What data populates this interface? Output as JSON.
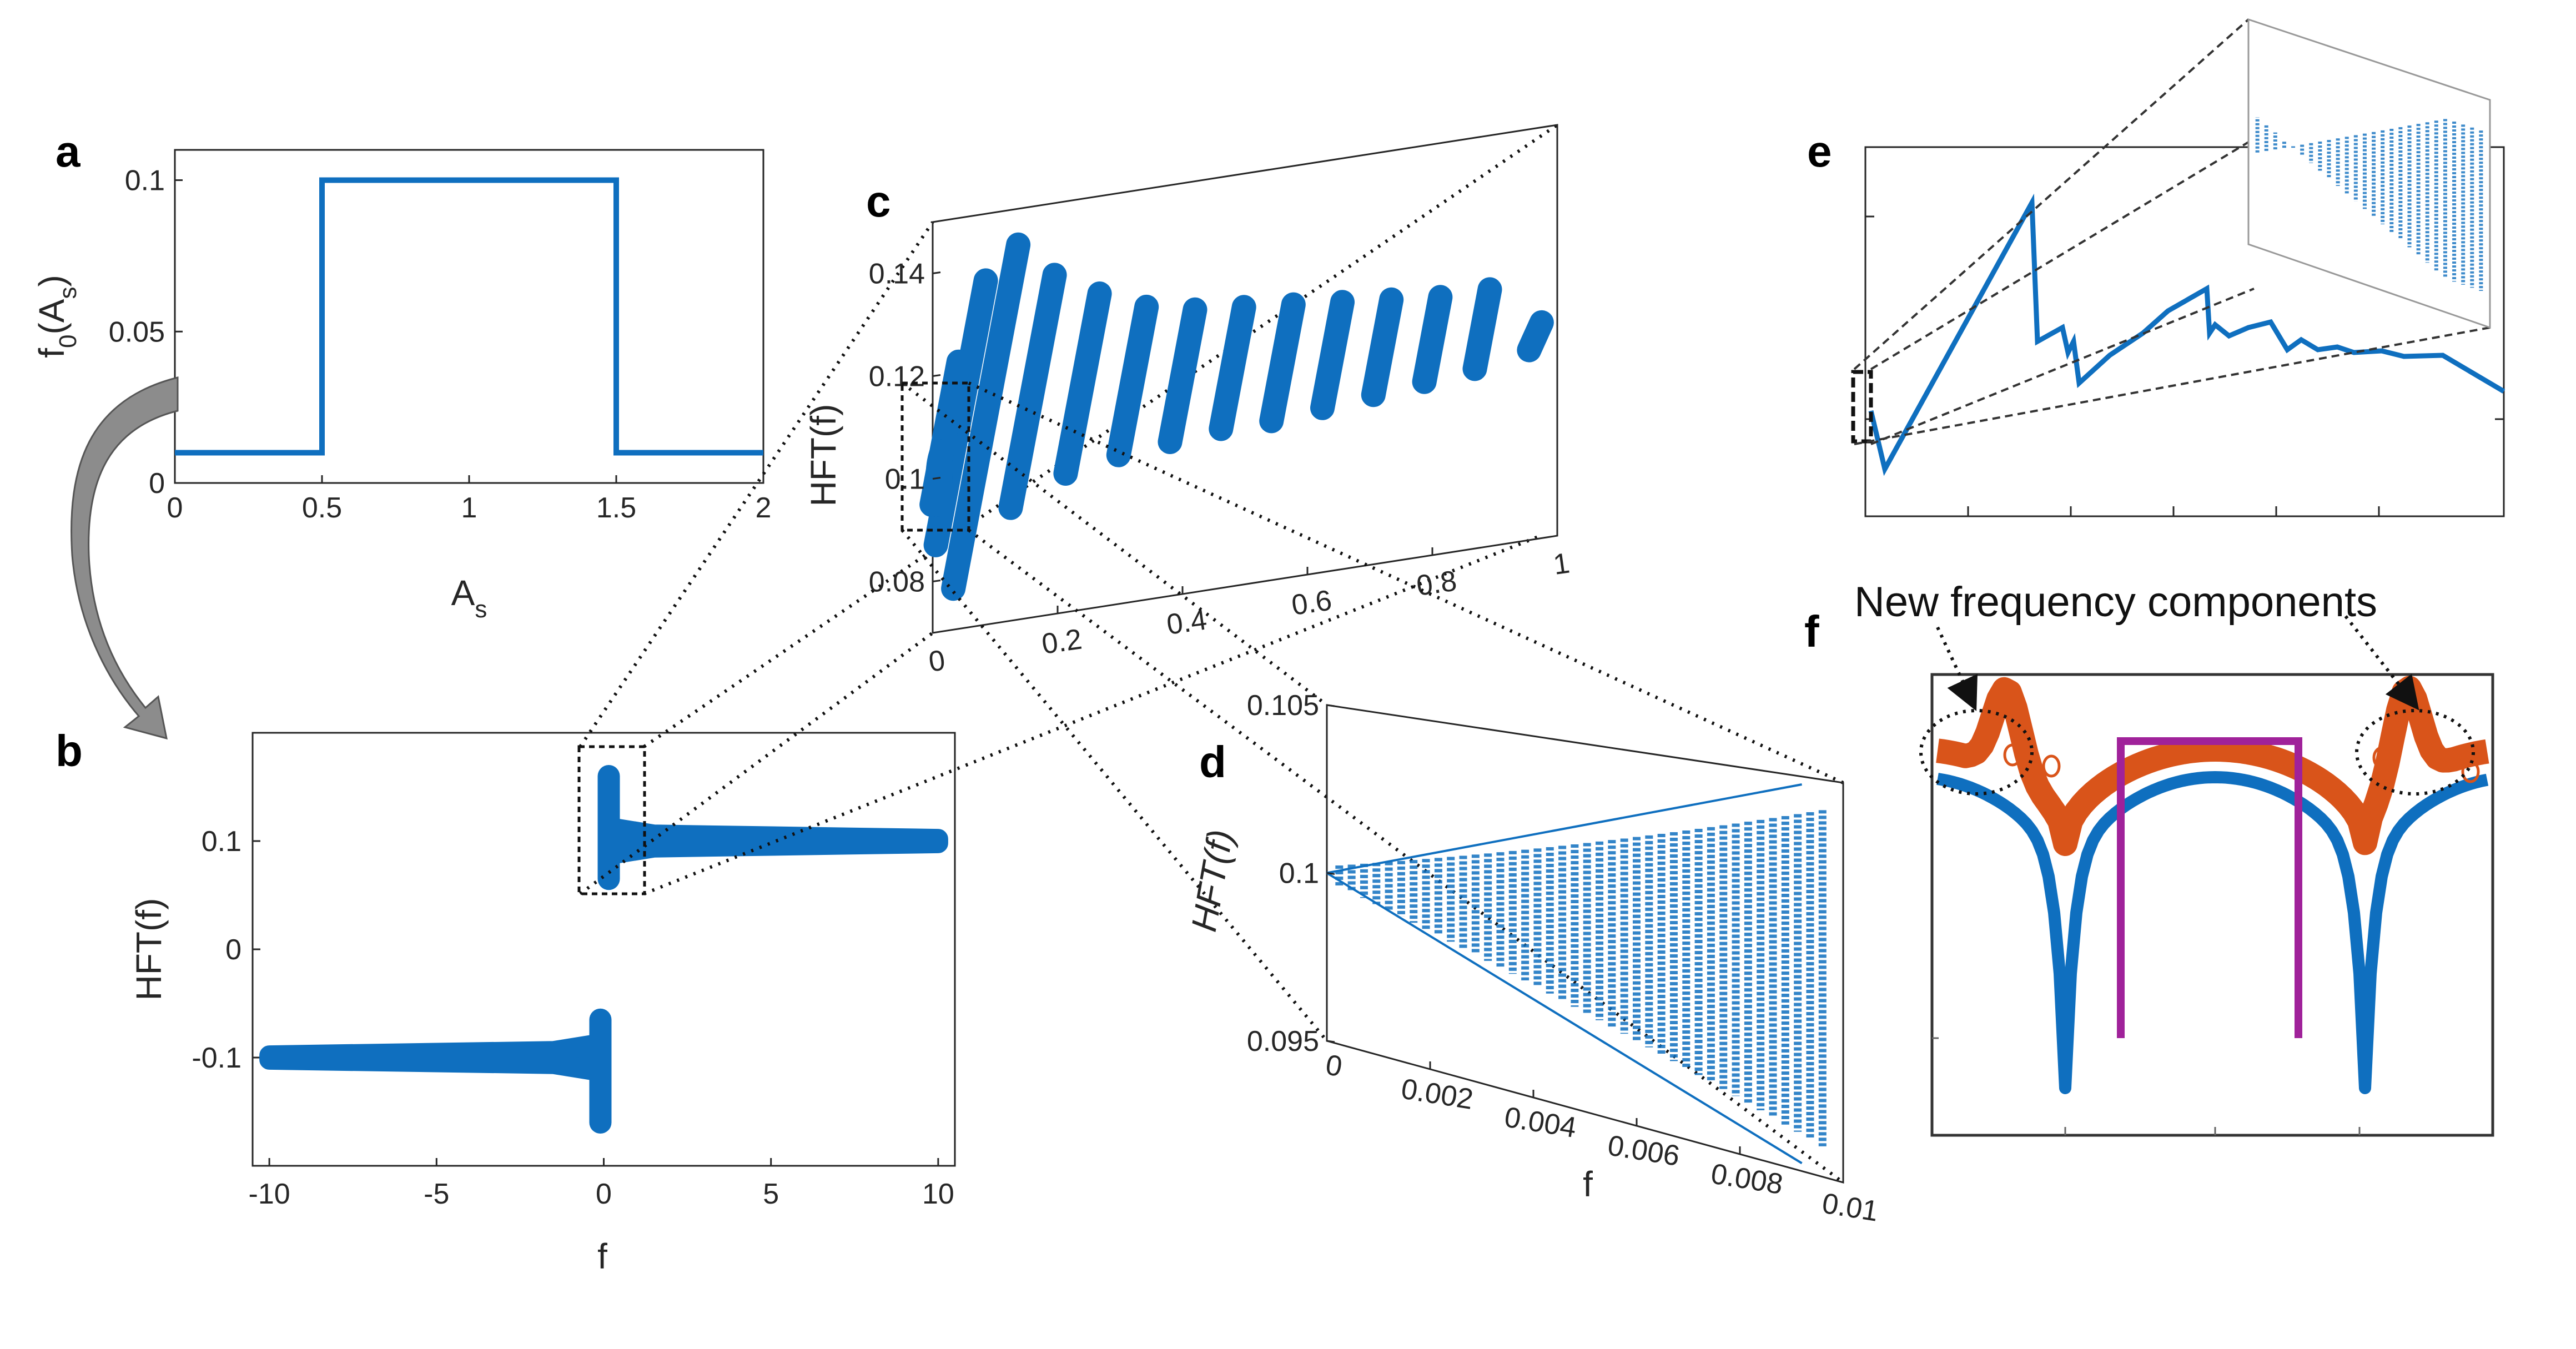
{
  "colors": {
    "series": "#0f6fbf",
    "orange": "#d9541a",
    "magenta": "#a0229a",
    "arrow": "#808080",
    "axis": "#262626"
  },
  "panel_labels": {
    "a": "a",
    "b": "b",
    "c": "c",
    "d": "d",
    "e": "e",
    "f": "f"
  },
  "annotation": "New frequency components",
  "chart_data": [
    {
      "id": "a",
      "type": "line",
      "ylabel_main": "f",
      "ylabel_sub": "0",
      "ylabel_rest": "(A",
      "ylabel_sub2": "s",
      "ylabel_end": ")",
      "xlabel_main": "A",
      "xlabel_sub": "s",
      "xlim": [
        0,
        2
      ],
      "ylim": [
        0,
        0.11
      ],
      "xticks": [
        0,
        0.5,
        1,
        1.5,
        2
      ],
      "xtick_labels": [
        "0",
        "0.5",
        "1",
        "1.5",
        "2"
      ],
      "yticks": [
        0,
        0.05,
        0.1
      ],
      "ytick_labels": [
        "0",
        "0.05",
        "0.1"
      ],
      "x": [
        0,
        0.5,
        0.5,
        1.5,
        1.5,
        2
      ],
      "y": [
        0.01,
        0.01,
        0.1,
        0.1,
        0.01,
        0.01
      ]
    },
    {
      "id": "b",
      "type": "scatter",
      "ylabel": "HFT(f)",
      "xlabel": "f",
      "xlim": [
        -10.5,
        10.5
      ],
      "ylim": [
        -0.2,
        0.2
      ],
      "xticks": [
        -10,
        -5,
        0,
        5,
        10
      ],
      "xtick_labels": [
        "-10",
        "-5",
        "0",
        "5",
        "10"
      ],
      "yticks": [
        -0.1,
        0,
        0.1
      ],
      "ytick_labels": [
        "-0.1",
        "0",
        "0.1"
      ],
      "negative_branch_level": -0.1,
      "positive_branch_level": 0.1,
      "spike_range": [
        -0.165,
        0.165
      ]
    },
    {
      "id": "c",
      "type": "scatter",
      "ylabel": "HFT(f)",
      "xlim": [
        0,
        1
      ],
      "ylim": [
        0.07,
        0.15
      ],
      "xticks": [
        0,
        0.2,
        0.4,
        0.6,
        0.8,
        1
      ],
      "xtick_labels": [
        "0",
        "0.2",
        "0.4",
        "0.6",
        "0.8",
        "1"
      ],
      "yticks": [
        0.08,
        0.1,
        0.12,
        0.14
      ],
      "ytick_labels": [
        "0.08",
        "0.1",
        "0.12",
        "0.14"
      ]
    },
    {
      "id": "d",
      "type": "scatter",
      "ylabel": "HFT(f)",
      "xlabel": "f",
      "xlim": [
        0,
        0.01
      ],
      "ylim": [
        0.095,
        0.105
      ],
      "xticks": [
        0,
        0.002,
        0.004,
        0.006,
        0.008,
        0.01
      ],
      "xtick_labels": [
        "0",
        "0.002",
        "0.004",
        "0.006",
        "0.008",
        "0.01"
      ],
      "yticks": [
        0.095,
        0.1,
        0.105
      ],
      "ytick_labels": [
        "0.095",
        "0.1",
        "0.105"
      ]
    },
    {
      "id": "e",
      "type": "line"
    },
    {
      "id": "f",
      "type": "line"
    }
  ]
}
